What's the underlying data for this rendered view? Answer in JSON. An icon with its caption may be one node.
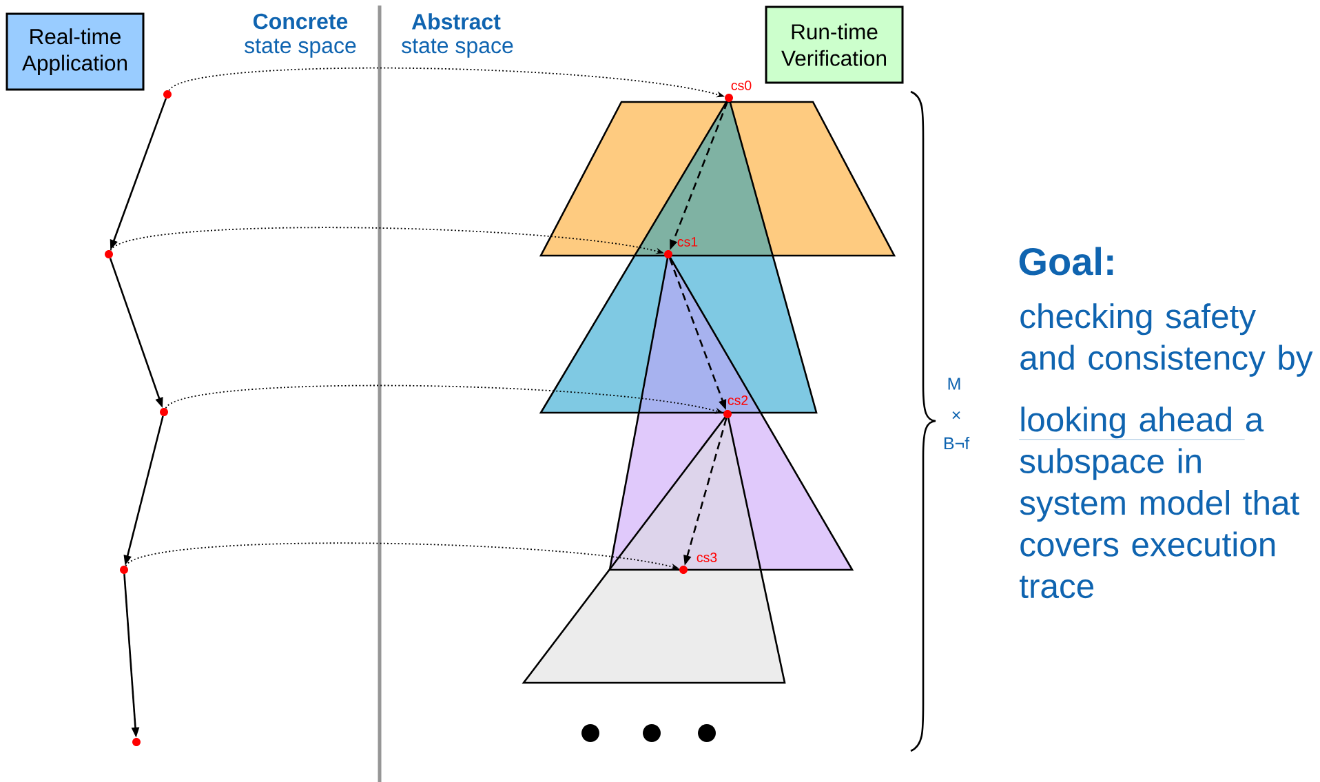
{
  "diagram": {
    "nodes": [
      {
        "text": [
          "Real-time Application"
        ]
      },
      {
        "text": [
          "Run-time Verification"
        ]
      },
      {
        "text": [],
        "shape": "circle"
      },
      {
        "text": [],
        "shape": "circle"
      },
      {
        "text": [],
        "shape": "circle"
      },
      {
        "text": [],
        "shape": "circle"
      },
      {
        "text": [],
        "shape": "circle"
      },
      {
        "text": [],
        "shape": "circle",
        "beside": [
          "cs0"
        ]
      },
      {
        "text": [],
        "shape": "circle",
        "beside": [
          "cs1"
        ]
      },
      {
        "text": [],
        "shape": "circle",
        "beside": [
          "cs2"
        ]
      },
      {
        "text": [],
        "shape": "circle",
        "beside": [
          "cs3"
        ]
      }
    ],
    "edges": [
      {
        "from": 2,
        "to": 3,
        "arrow": "to"
      },
      {
        "from": 3,
        "to": 4,
        "arrow": "to"
      },
      {
        "from": 4,
        "to": 5,
        "arrow": "to"
      },
      {
        "from": 5,
        "to": 6,
        "arrow": "to"
      },
      {
        "from": 2,
        "to": 7,
        "arrow": "to",
        "style": "dashed"
      },
      {
        "from": 3,
        "to": 8,
        "arrow": "to",
        "style": "dashed"
      },
      {
        "from": 4,
        "to": 9,
        "arrow": "to",
        "style": "dashed"
      },
      {
        "from": 5,
        "to": 10,
        "arrow": "to",
        "style": "dashed"
      },
      {
        "from": 7,
        "to": 8,
        "arrow": "to",
        "style": "dashed"
      },
      {
        "from": 8,
        "to": 9,
        "arrow": "to",
        "style": "dashed"
      },
      {
        "from": 9,
        "to": 10,
        "arrow": "to",
        "style": "dashed"
      }
    ],
    "labels": [
      "Concrete",
      "state space",
      "Abstract",
      "state space",
      "M",
      "×",
      "B¬f",
      "Goal:",
      "checking safety and consistency by",
      "looking ahead",
      "a subspace in system model that covers execution trace"
    ]
  }
}
